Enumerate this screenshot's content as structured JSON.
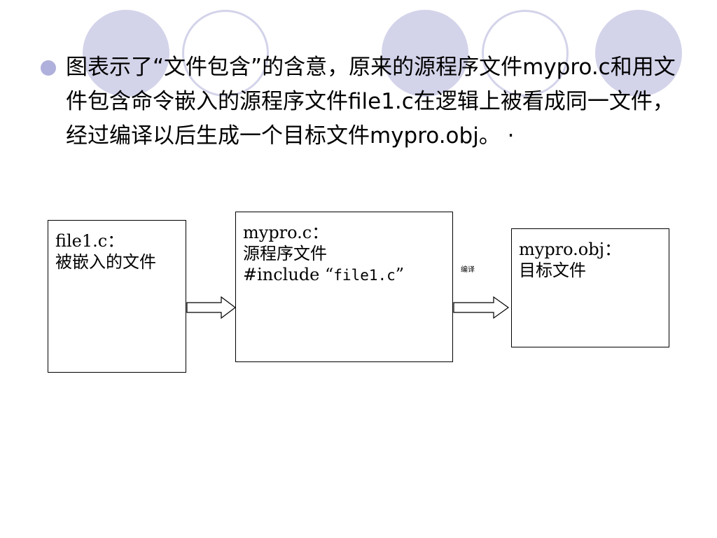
{
  "bullet": {
    "seg1": "图表示了“文件包含”的含意，原来的源程序文件",
    "seg2": "mypro.c",
    "seg3": "和用文件包含命令嵌入的源程序文件",
    "seg4": "file1.c",
    "seg5": "在逻辑上被看成同一文件，经过编译以后生成一个目标文件",
    "seg6": "mypro.obj",
    "seg7": "。 ·"
  },
  "diagram": {
    "file1_box": {
      "title": "file1.c：",
      "desc": "被嵌入的文件"
    },
    "mypro_box": {
      "title": "mypro.c：",
      "desc": "源程序文件",
      "include_prefix": "#include “",
      "include_file": "file1.c",
      "include_suffix": "”"
    },
    "obj_box": {
      "title": "mypro.obj：",
      "desc": "目标文件"
    },
    "edge_label": "编译"
  },
  "colors": {
    "circle": "#d3d3ea",
    "bullet": "#b0b0dc"
  }
}
